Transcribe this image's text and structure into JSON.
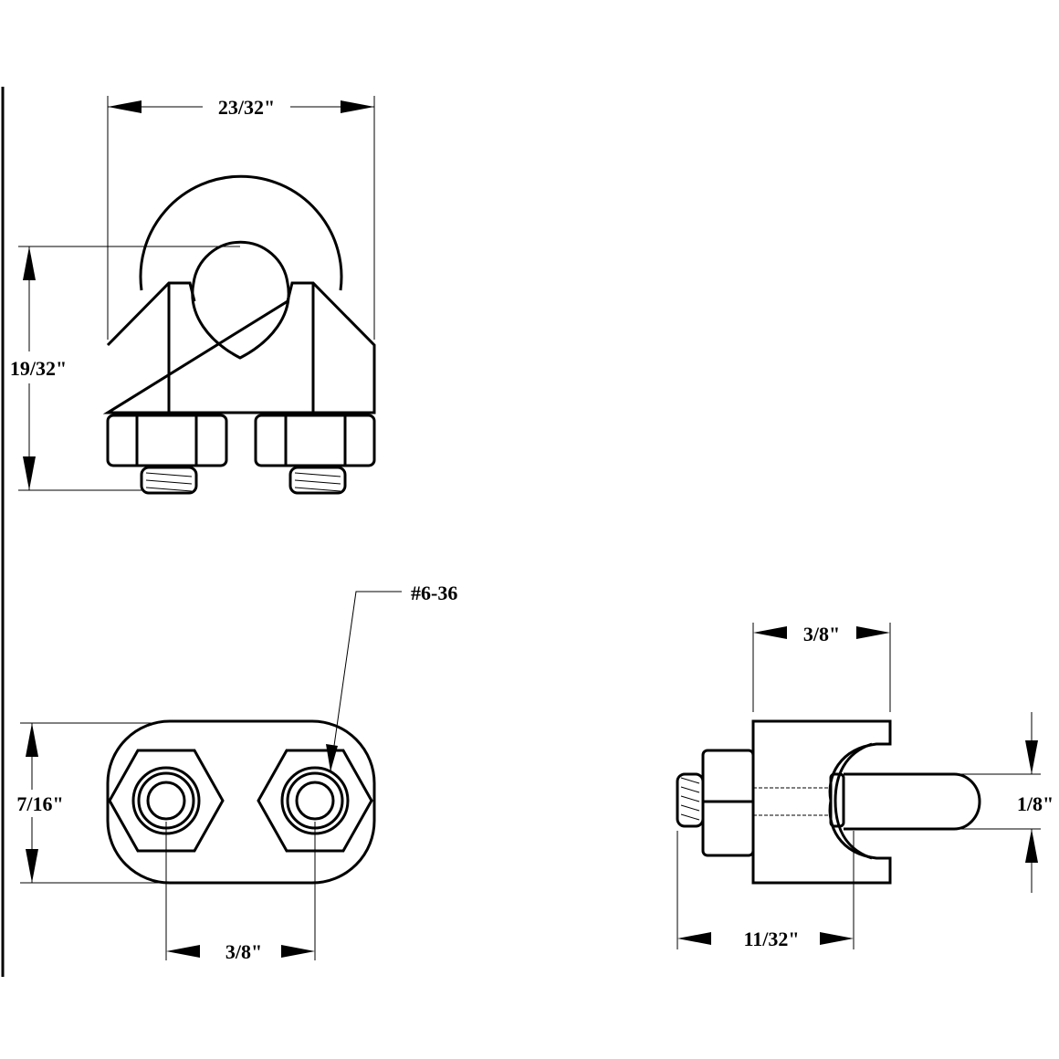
{
  "front_view": {
    "width_label": "23/32\"",
    "height_label": "19/32\""
  },
  "bottom_view": {
    "height_label": "7/16\"",
    "spacing_label": "3/8\"",
    "thread_label": "#6-36"
  },
  "side_view": {
    "body_width_label": "3/8\"",
    "cable_label": "1/8\"",
    "overall_label": "11/32\""
  },
  "colors": {
    "line": "#000000",
    "background": "#ffffff"
  }
}
